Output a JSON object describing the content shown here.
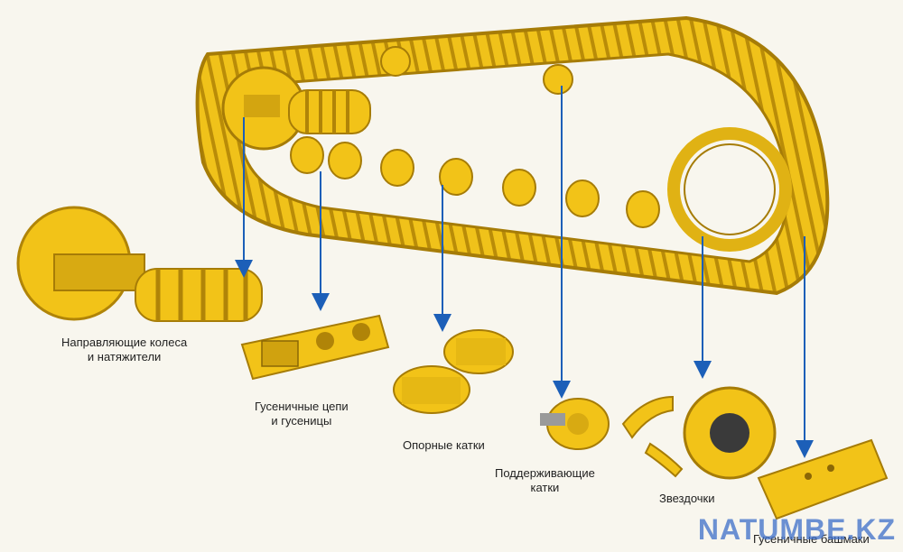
{
  "colors": {
    "part_yellow": "#f2c318",
    "part_shadow": "#c99a0b",
    "arrow_blue": "#1c5fb8",
    "background": "#f8f6ee"
  },
  "labels": {
    "idler": {
      "line1": "Направляющие колеса",
      "line2": "и натяжители"
    },
    "chains": {
      "line1": "Гусеничные цепи",
      "line2": "и гусеницы"
    },
    "track_rollers": {
      "line1": "Опорные катки"
    },
    "carrier_rollers": {
      "line1": "Поддерживающие",
      "line2": "катки"
    },
    "sprockets": {
      "line1": "Звездочки"
    },
    "shoes": {
      "line1": "Гусеничные башмаки"
    }
  },
  "watermark": "NATUMBE.KZ"
}
